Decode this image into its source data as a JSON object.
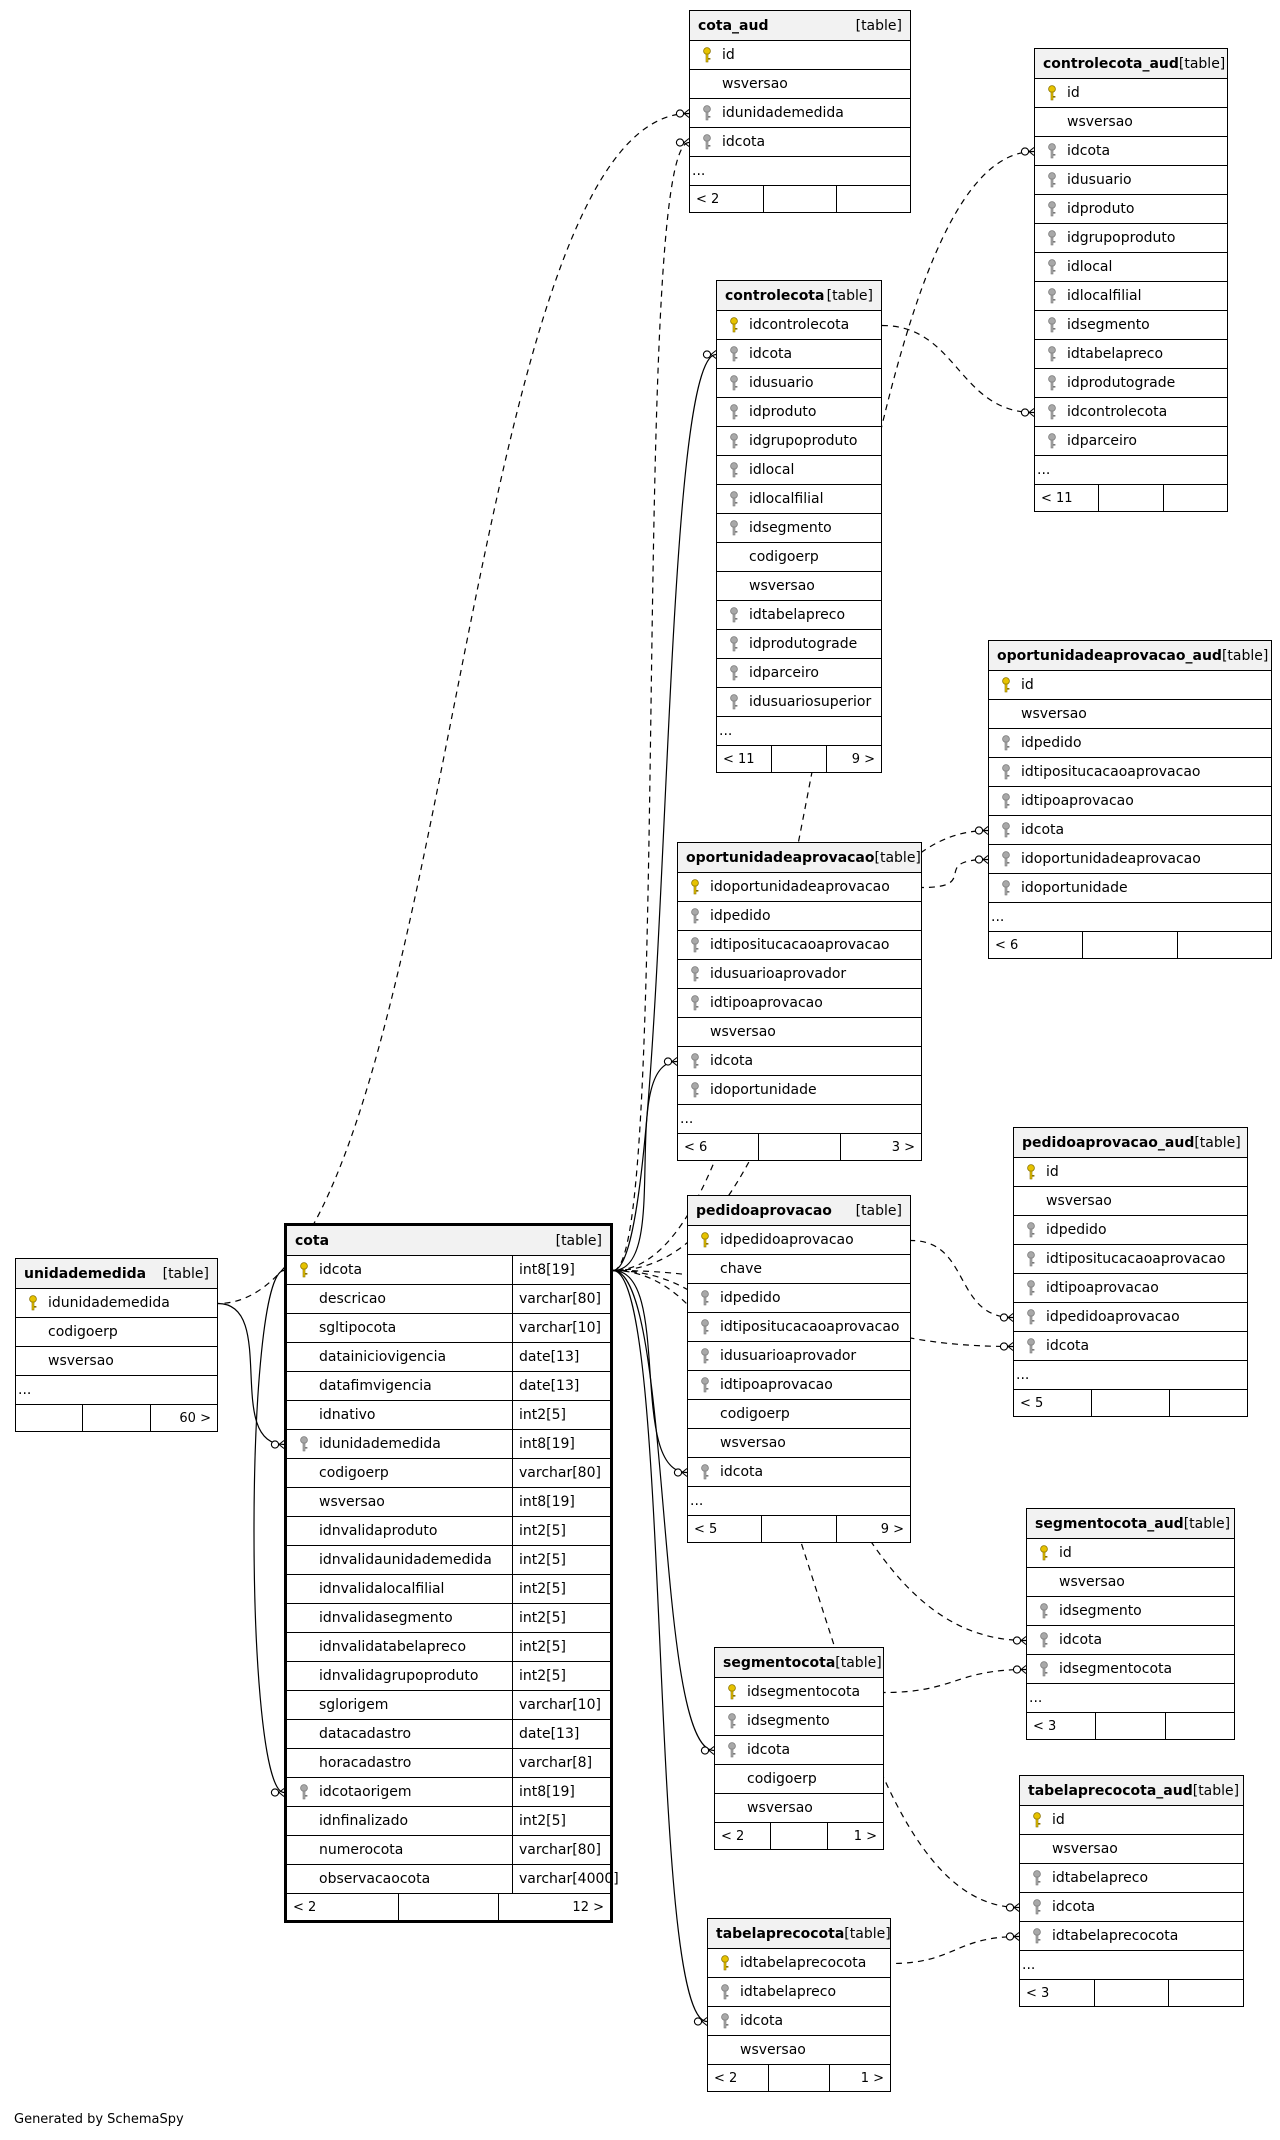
{
  "credit": "Generated by SchemaSpy",
  "table_tag": "[table]",
  "tables": [
    {
      "id": "cota_aud",
      "name": "cota_aud",
      "columns": [
        {
          "name": "id",
          "key": "pk"
        },
        {
          "name": "wsversao",
          "key": ""
        },
        {
          "name": "idunidademedida",
          "key": "fk"
        },
        {
          "name": "idcota",
          "key": "fk"
        },
        {
          "name": "...",
          "key": "more"
        }
      ],
      "footer": [
        "< 2",
        "",
        ""
      ]
    },
    {
      "id": "controlecota_aud",
      "name": "controlecota_aud",
      "columns": [
        {
          "name": "id",
          "key": "pk"
        },
        {
          "name": "wsversao",
          "key": ""
        },
        {
          "name": "idcota",
          "key": "fk"
        },
        {
          "name": "idusuario",
          "key": "fk"
        },
        {
          "name": "idproduto",
          "key": "fk"
        },
        {
          "name": "idgrupoproduto",
          "key": "fk"
        },
        {
          "name": "idlocal",
          "key": "fk"
        },
        {
          "name": "idlocalfilial",
          "key": "fk"
        },
        {
          "name": "idsegmento",
          "key": "fk"
        },
        {
          "name": "idtabelapreco",
          "key": "fk"
        },
        {
          "name": "idprodutograde",
          "key": "fk"
        },
        {
          "name": "idcontrolecota",
          "key": "fk"
        },
        {
          "name": "idparceiro",
          "key": "fk"
        },
        {
          "name": "...",
          "key": "more"
        }
      ],
      "footer": [
        "< 11",
        "",
        ""
      ]
    },
    {
      "id": "controlecota",
      "name": "controlecota",
      "columns": [
        {
          "name": "idcontrolecota",
          "key": "pk"
        },
        {
          "name": "idcota",
          "key": "fk"
        },
        {
          "name": "idusuario",
          "key": "fk"
        },
        {
          "name": "idproduto",
          "key": "fk"
        },
        {
          "name": "idgrupoproduto",
          "key": "fk"
        },
        {
          "name": "idlocal",
          "key": "fk"
        },
        {
          "name": "idlocalfilial",
          "key": "fk"
        },
        {
          "name": "idsegmento",
          "key": "fk"
        },
        {
          "name": "codigoerp",
          "key": ""
        },
        {
          "name": "wsversao",
          "key": ""
        },
        {
          "name": "idtabelapreco",
          "key": "fk"
        },
        {
          "name": "idprodutograde",
          "key": "fk"
        },
        {
          "name": "idparceiro",
          "key": "fk"
        },
        {
          "name": "idusuariosuperior",
          "key": "fk"
        },
        {
          "name": "...",
          "key": "more"
        }
      ],
      "footer": [
        "< 11",
        "",
        "9 >"
      ]
    },
    {
      "id": "oportunidadeaprovacao_aud",
      "name": "oportunidadeaprovacao_aud",
      "columns": [
        {
          "name": "id",
          "key": "pk"
        },
        {
          "name": "wsversao",
          "key": ""
        },
        {
          "name": "idpedido",
          "key": "fk"
        },
        {
          "name": "idtipositucacaoaprovacao",
          "key": "fk"
        },
        {
          "name": "idtipoaprovacao",
          "key": "fk"
        },
        {
          "name": "idcota",
          "key": "fk"
        },
        {
          "name": "idoportunidadeaprovacao",
          "key": "fk"
        },
        {
          "name": "idoportunidade",
          "key": "fk"
        },
        {
          "name": "...",
          "key": "more"
        }
      ],
      "footer": [
        "< 6",
        "",
        ""
      ]
    },
    {
      "id": "oportunidadeaprovacao",
      "name": "oportunidadeaprovacao",
      "columns": [
        {
          "name": "idoportunidadeaprovacao",
          "key": "pk"
        },
        {
          "name": "idpedido",
          "key": "fk"
        },
        {
          "name": "idtipositucacaoaprovacao",
          "key": "fk"
        },
        {
          "name": "idusuarioaprovador",
          "key": "fk"
        },
        {
          "name": "idtipoaprovacao",
          "key": "fk"
        },
        {
          "name": "wsversao",
          "key": ""
        },
        {
          "name": "idcota",
          "key": "fk"
        },
        {
          "name": "idoportunidade",
          "key": "fk"
        },
        {
          "name": "...",
          "key": "more"
        }
      ],
      "footer": [
        "< 6",
        "",
        "3 >"
      ]
    },
    {
      "id": "pedidoaprovacao_aud",
      "name": "pedidoaprovacao_aud",
      "columns": [
        {
          "name": "id",
          "key": "pk"
        },
        {
          "name": "wsversao",
          "key": ""
        },
        {
          "name": "idpedido",
          "key": "fk"
        },
        {
          "name": "idtipositucacaoaprovacao",
          "key": "fk"
        },
        {
          "name": "idtipoaprovacao",
          "key": "fk"
        },
        {
          "name": "idpedidoaprovacao",
          "key": "fk"
        },
        {
          "name": "idcota",
          "key": "fk"
        },
        {
          "name": "...",
          "key": "more"
        }
      ],
      "footer": [
        "< 5",
        "",
        ""
      ]
    },
    {
      "id": "pedidoaprovacao",
      "name": "pedidoaprovacao",
      "columns": [
        {
          "name": "idpedidoaprovacao",
          "key": "pk"
        },
        {
          "name": "chave",
          "key": ""
        },
        {
          "name": "idpedido",
          "key": "fk"
        },
        {
          "name": "idtipositucacaoaprovacao",
          "key": "fk"
        },
        {
          "name": "idusuarioaprovador",
          "key": "fk"
        },
        {
          "name": "idtipoaprovacao",
          "key": "fk"
        },
        {
          "name": "codigoerp",
          "key": ""
        },
        {
          "name": "wsversao",
          "key": ""
        },
        {
          "name": "idcota",
          "key": "fk"
        },
        {
          "name": "...",
          "key": "more"
        }
      ],
      "footer": [
        "< 5",
        "",
        "9 >"
      ]
    },
    {
      "id": "unidademedida",
      "name": "unidademedida",
      "columns": [
        {
          "name": "idunidademedida",
          "key": "pk"
        },
        {
          "name": "codigoerp",
          "key": ""
        },
        {
          "name": "wsversao",
          "key": ""
        },
        {
          "name": "...",
          "key": "more"
        }
      ],
      "footer": [
        "",
        "",
        "60 >"
      ]
    },
    {
      "id": "cota",
      "name": "cota",
      "focus": true,
      "columns": [
        {
          "name": "idcota",
          "type": "int8[19]",
          "key": "pk"
        },
        {
          "name": "descricao",
          "type": "varchar[80]",
          "key": ""
        },
        {
          "name": "sgltipocota",
          "type": "varchar[10]",
          "key": ""
        },
        {
          "name": "datainiciovigencia",
          "type": "date[13]",
          "key": ""
        },
        {
          "name": "datafimvigencia",
          "type": "date[13]",
          "key": ""
        },
        {
          "name": "idnativo",
          "type": "int2[5]",
          "key": ""
        },
        {
          "name": "idunidademedida",
          "type": "int8[19]",
          "key": "fk"
        },
        {
          "name": "codigoerp",
          "type": "varchar[80]",
          "key": ""
        },
        {
          "name": "wsversao",
          "type": "int8[19]",
          "key": ""
        },
        {
          "name": "idnvalidaproduto",
          "type": "int2[5]",
          "key": ""
        },
        {
          "name": "idnvalidaunidademedida",
          "type": "int2[5]",
          "key": ""
        },
        {
          "name": "idnvalidalocalfilial",
          "type": "int2[5]",
          "key": ""
        },
        {
          "name": "idnvalidasegmento",
          "type": "int2[5]",
          "key": ""
        },
        {
          "name": "idnvalidatabelapreco",
          "type": "int2[5]",
          "key": ""
        },
        {
          "name": "idnvalidagrupoproduto",
          "type": "int2[5]",
          "key": ""
        },
        {
          "name": "sglorigem",
          "type": "varchar[10]",
          "key": ""
        },
        {
          "name": "datacadastro",
          "type": "date[13]",
          "key": ""
        },
        {
          "name": "horacadastro",
          "type": "varchar[8]",
          "key": ""
        },
        {
          "name": "idcotaorigem",
          "type": "int8[19]",
          "key": "fk"
        },
        {
          "name": "idnfinalizado",
          "type": "int2[5]",
          "key": ""
        },
        {
          "name": "numerocota",
          "type": "varchar[80]",
          "key": ""
        },
        {
          "name": "observacaocota",
          "type": "varchar[4000]",
          "key": ""
        }
      ],
      "footer": [
        "< 2",
        "",
        "12 >"
      ]
    },
    {
      "id": "segmentocota_aud",
      "name": "segmentocota_aud",
      "columns": [
        {
          "name": "id",
          "key": "pk"
        },
        {
          "name": "wsversao",
          "key": ""
        },
        {
          "name": "idsegmento",
          "key": "fk"
        },
        {
          "name": "idcota",
          "key": "fk"
        },
        {
          "name": "idsegmentocota",
          "key": "fk"
        },
        {
          "name": "...",
          "key": "more"
        }
      ],
      "footer": [
        "< 3",
        "",
        ""
      ]
    },
    {
      "id": "segmentocota",
      "name": "segmentocota",
      "columns": [
        {
          "name": "idsegmentocota",
          "key": "pk"
        },
        {
          "name": "idsegmento",
          "key": "fk"
        },
        {
          "name": "idcota",
          "key": "fk"
        },
        {
          "name": "codigoerp",
          "key": ""
        },
        {
          "name": "wsversao",
          "key": ""
        }
      ],
      "footer": [
        "< 2",
        "",
        "1 >"
      ]
    },
    {
      "id": "tabelaprecocota_aud",
      "name": "tabelaprecocota_aud",
      "columns": [
        {
          "name": "id",
          "key": "pk"
        },
        {
          "name": "wsversao",
          "key": ""
        },
        {
          "name": "idtabelapreco",
          "key": "fk"
        },
        {
          "name": "idcota",
          "key": "fk"
        },
        {
          "name": "idtabelaprecocota",
          "key": "fk"
        },
        {
          "name": "...",
          "key": "more"
        }
      ],
      "footer": [
        "< 3",
        "",
        ""
      ]
    },
    {
      "id": "tabelaprecocota",
      "name": "tabelaprecocota",
      "columns": [
        {
          "name": "idtabelaprecocota",
          "key": "pk"
        },
        {
          "name": "idtabelapreco",
          "key": "fk"
        },
        {
          "name": "idcota",
          "key": "fk"
        },
        {
          "name": "wsversao",
          "key": ""
        }
      ],
      "footer": [
        "< 2",
        "",
        "1 >"
      ]
    }
  ],
  "relationships": [
    {
      "from": "cota_aud.idunidademedida",
      "to": "unidademedida.idunidademedida",
      "style": "dashed"
    },
    {
      "from": "cota_aud.idcota",
      "to": "cota.idcota",
      "style": "dashed"
    },
    {
      "from": "controlecota_aud.idcota",
      "to": "cota.idcota",
      "style": "dashed"
    },
    {
      "from": "controlecota_aud.idcontrolecota",
      "to": "controlecota.idcontrolecota",
      "style": "dashed"
    },
    {
      "from": "controlecota.idcota",
      "to": "cota.idcota",
      "style": "solid"
    },
    {
      "from": "oportunidadeaprovacao_aud.idcota",
      "to": "cota.idcota",
      "style": "dashed"
    },
    {
      "from": "oportunidadeaprovacao_aud.idoportunidadeaprovacao",
      "to": "oportunidadeaprovacao.idoportunidadeaprovacao",
      "style": "dashed"
    },
    {
      "from": "oportunidadeaprovacao.idcota",
      "to": "cota.idcota",
      "style": "solid"
    },
    {
      "from": "pedidoaprovacao_aud.idpedidoaprovacao",
      "to": "pedidoaprovacao.idpedidoaprovacao",
      "style": "dashed"
    },
    {
      "from": "pedidoaprovacao_aud.idcota",
      "to": "cota.idcota",
      "style": "dashed"
    },
    {
      "from": "pedidoaprovacao.idcota",
      "to": "cota.idcota",
      "style": "solid"
    },
    {
      "from": "cota.idunidademedida",
      "to": "unidademedida.idunidademedida",
      "style": "solid"
    },
    {
      "from": "cota.idcotaorigem",
      "to": "cota.idcota",
      "style": "solid"
    },
    {
      "from": "segmentocota_aud.idcota",
      "to": "cota.idcota",
      "style": "dashed"
    },
    {
      "from": "segmentocota_aud.idsegmentocota",
      "to": "segmentocota.idsegmentocota",
      "style": "dashed"
    },
    {
      "from": "segmentocota.idcota",
      "to": "cota.idcota",
      "style": "solid"
    },
    {
      "from": "tabelaprecocota_aud.idcota",
      "to": "cota.idcota",
      "style": "dashed"
    },
    {
      "from": "tabelaprecocota_aud.idtabelaprecocota",
      "to": "tabelaprecocota.idtabelaprecocota",
      "style": "dashed"
    },
    {
      "from": "tabelaprecocota.idcota",
      "to": "cota.idcota",
      "style": "solid"
    }
  ]
}
